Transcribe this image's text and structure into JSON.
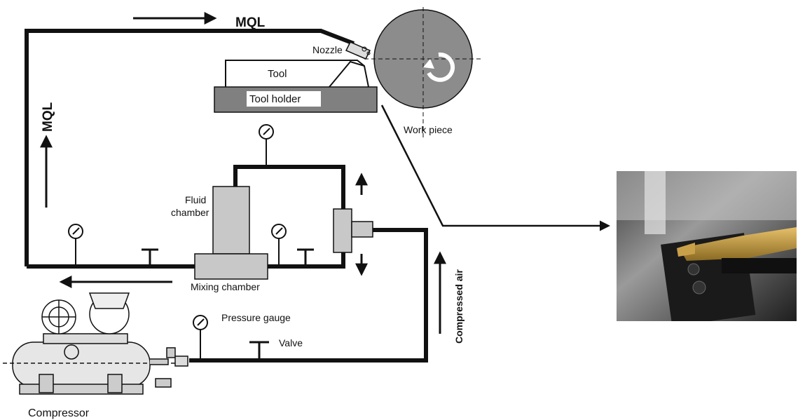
{
  "labels": {
    "mql_top": "MQL",
    "mql_side": "MQL",
    "nozzle": "Nozzle",
    "tool": "Tool",
    "tool_holder": "Tool holder",
    "work_piece": "Work piece",
    "fluid_chamber_line1": "Fluid",
    "fluid_chamber_line2": "chamber",
    "mixing_chamber": "Mixing chamber",
    "pressure_gauge": "Pressure gauge",
    "valve": "Valve",
    "compressed_air": "Compressed air",
    "compressor": "Compressor"
  },
  "colors": {
    "line": "#111111",
    "chamber_fill": "#c8c8c8",
    "workpiece_fill": "#8c8c8c",
    "holder_fill": "#808080"
  },
  "photo": {
    "description_icon": "machining-photo"
  }
}
